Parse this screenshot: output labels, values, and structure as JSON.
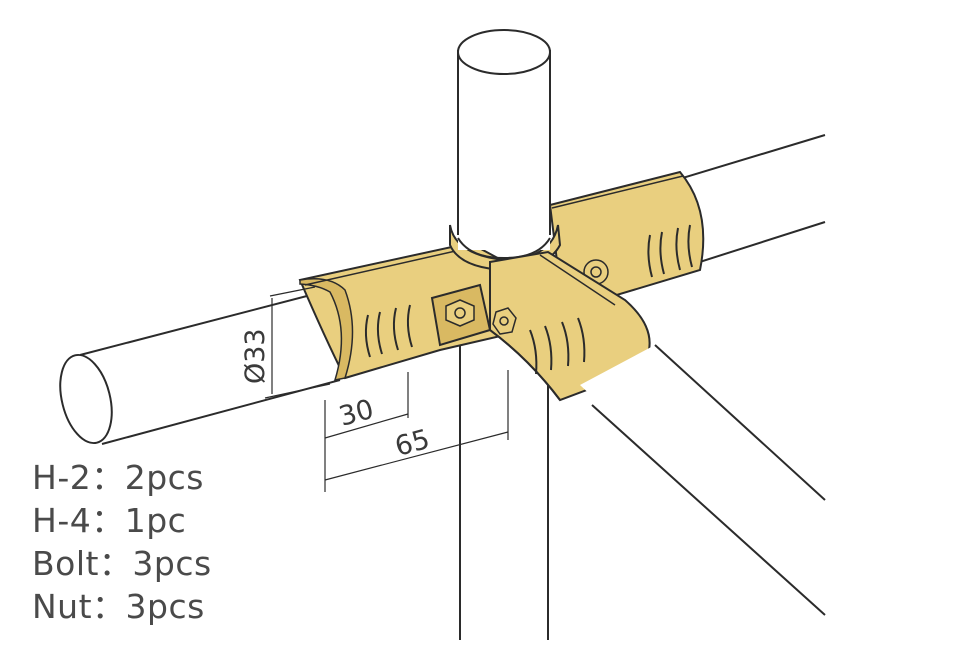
{
  "dimensions": {
    "diameter": "Ø33",
    "width_small": "30",
    "width_large": "65"
  },
  "parts_list": [
    {
      "text": "H-2：2pcs"
    },
    {
      "text": "H-4：1pc"
    },
    {
      "text": "Bolt：3pcs"
    },
    {
      "text": "Nut：3pcs"
    }
  ],
  "colors": {
    "joint_fill": "#e9cf7f",
    "joint_shade": "#d9b962",
    "pipe_fill": "#ffffff",
    "line": "#2b2b2b"
  }
}
